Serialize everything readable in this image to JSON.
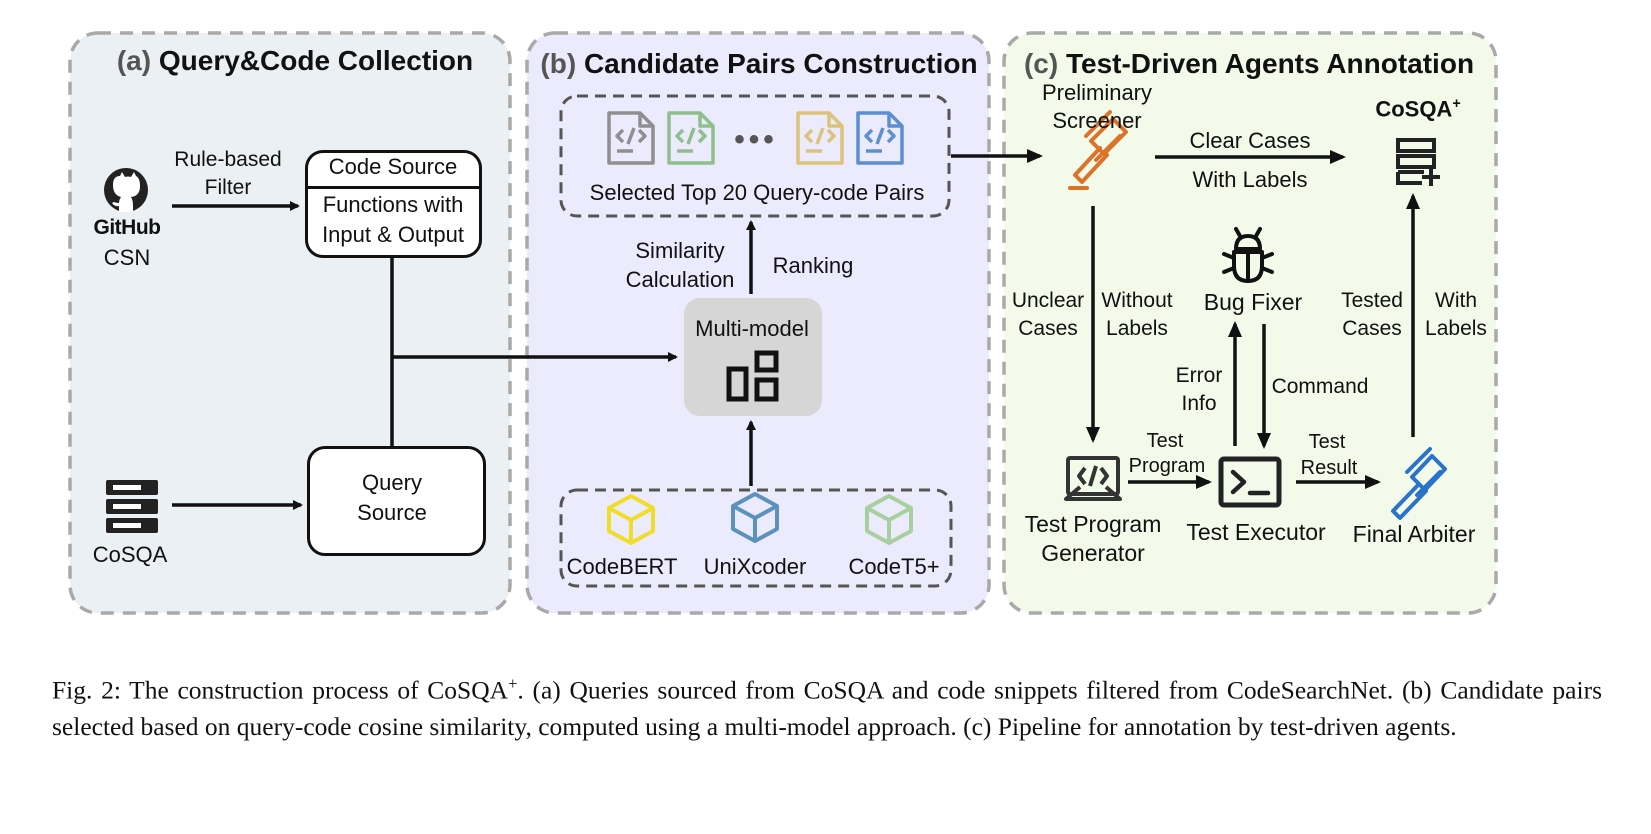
{
  "panels": {
    "a": {
      "letter": "(a)",
      "title": "Query&Code Collection"
    },
    "b": {
      "letter": "(b)",
      "title": "Candidate Pairs Construction"
    },
    "c": {
      "letter": "(c)",
      "title": "Test-Driven Agents Annotation"
    }
  },
  "panel_a": {
    "github_logo_text": "GitHub",
    "csn_label": "CSN",
    "filter_label_line1": "Rule-based",
    "filter_label_line2": "Filter",
    "code_source_title": "Code Source",
    "code_source_line1": "Functions with",
    "code_source_line2": "Input & Output",
    "cosqa_label": "CoSQA",
    "query_source_line1": "Query",
    "query_source_line2": "Source"
  },
  "panel_b": {
    "selected_pairs_label": "Selected Top 20 Query-code Pairs",
    "similarity_line1": "Similarity",
    "similarity_line2": "Calculation",
    "ranking_label": "Ranking",
    "multi_model_label": "Multi-model",
    "models": [
      "CodeBERT",
      "UniXcoder",
      "CodeT5+"
    ],
    "ellipsis": "•••"
  },
  "panel_c": {
    "screener_line1": "Preliminary",
    "screener_line2": "Screener",
    "clear_line1": "Clear Cases",
    "clear_line2": "With Labels",
    "cosqa_plus": "CoSQA",
    "cosqa_plus_sup": "+",
    "unclear_line1": "Unclear",
    "unclear_line2": "Cases",
    "without_line1": "Without",
    "without_line2": "Labels",
    "bug_fixer": "Bug Fixer",
    "tested_line1": "Tested",
    "tested_line2": "Cases",
    "with_line1": "With",
    "with_line2": "Labels",
    "error_line1": "Error",
    "error_line2": "Info",
    "command": "Command",
    "test_program_line1": "Test",
    "test_program_line2": "Program",
    "test_result_line1": "Test",
    "test_result_line2": "Result",
    "generator_line1": "Test Program",
    "generator_line2": "Generator",
    "executor": "Test Executor",
    "arbiter": "Final Arbiter"
  },
  "caption": {
    "part1": "Fig. 2: The construction process of CoSQA",
    "sup": "+",
    "part2": ". (a) Queries sourced from CoSQA and code snippets filtered from CodeSearchNet. (b) Candidate pairs selected based on query-code cosine similarity, computed using a multi-model approach. (c) Pipeline for annotation by test-driven agents."
  },
  "colors": {
    "panel_a_fill": "#eaf0f3",
    "panel_b_fill": "#ecebfd",
    "panel_c_fill": "#f3fae9",
    "panel_border": "#a9a9a9",
    "multi_model_fill": "#d6d6d6",
    "file_gray": "#8f8f8f",
    "file_green": "#8fbf8a",
    "file_yellow": "#dcc37a",
    "file_blue": "#5b8fd1",
    "cube_yellow": "#f0dd2a",
    "cube_blue": "#5b91bd",
    "cube_green": "#a8cf9e",
    "gavel_orange": "#d9742a",
    "gavel_blue": "#2a73c9"
  }
}
